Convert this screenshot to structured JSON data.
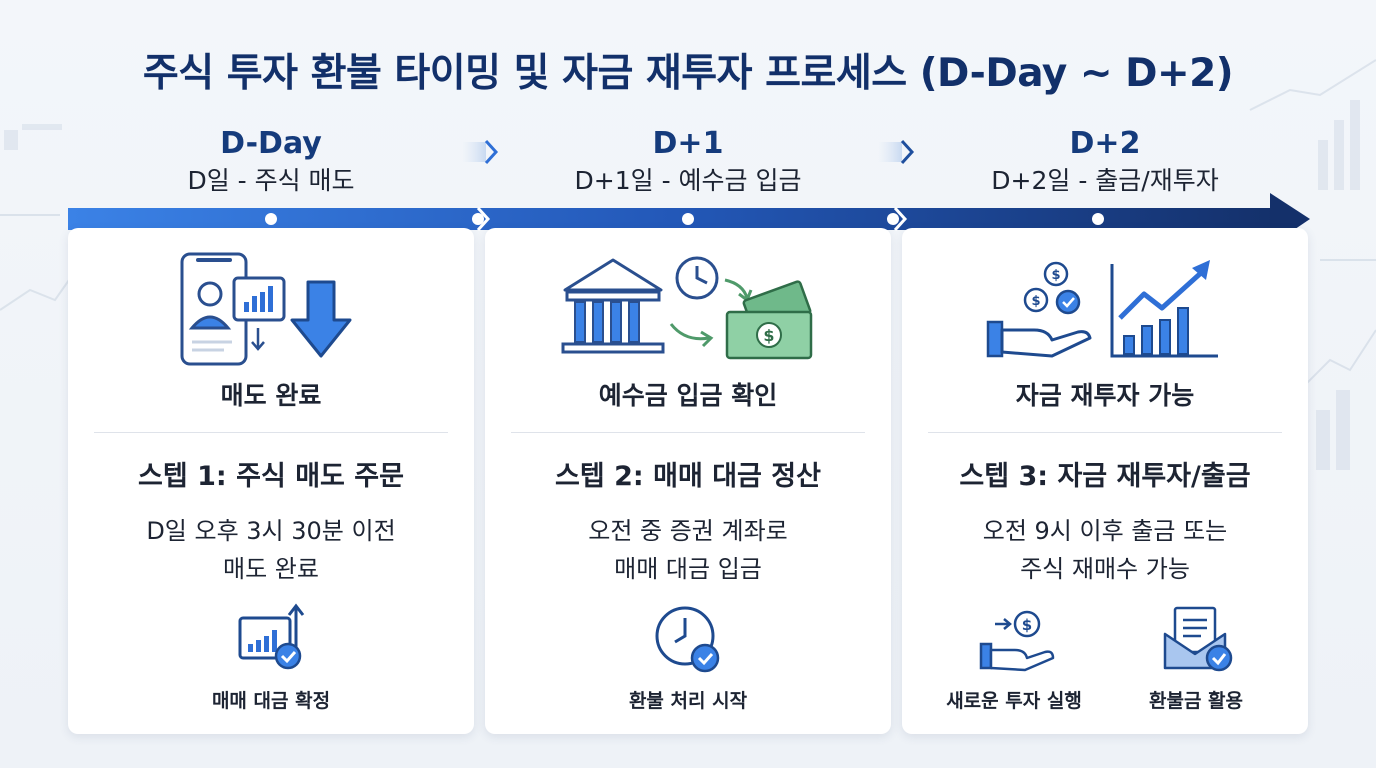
{
  "title": "주식 투자 환불 타이밍 및 자금 재투자 프로세스 (D-Day ~ D+2)",
  "colors": {
    "title": "#12306a",
    "primary_blue": "#2f6fd6",
    "dark_navy": "#17356f",
    "money_green": "#4f9a6a"
  },
  "steps": [
    {
      "day": "D-Day",
      "subtitle": "D일 - 주식 매도",
      "icon_label": "매도 완료",
      "step_title": "스텝 1: 주식 매도 주문",
      "desc_line1": "D일 오후 3시 30분 이전",
      "desc_line2": "매도 완료",
      "mini_items": [
        {
          "icon": "chart-check-icon",
          "label": "매매 대금 확정"
        }
      ]
    },
    {
      "day": "D+1",
      "subtitle": "D+1일 - 예수금 입금",
      "icon_label": "예수금 입금 확인",
      "step_title": "스텝 2: 매매 대금 정산",
      "desc_line1": "오전 중 증권 계좌로",
      "desc_line2": "매매 대금 입금",
      "mini_items": [
        {
          "icon": "clock-check-icon",
          "label": "환불 처리 시작"
        }
      ]
    },
    {
      "day": "D+2",
      "subtitle": "D+2일 - 출금/재투자",
      "icon_label": "자금 재투자 가능",
      "step_title": "스텝 3: 자금 재투자/출금",
      "desc_line1": "오전 9시 이후 출금 또는",
      "desc_line2": "주식 재매수 가능",
      "mini_items": [
        {
          "icon": "hand-coin-icon",
          "label": "새로운 투자 실행"
        },
        {
          "icon": "envelope-check-icon",
          "label": "환불금 활용"
        }
      ]
    }
  ]
}
